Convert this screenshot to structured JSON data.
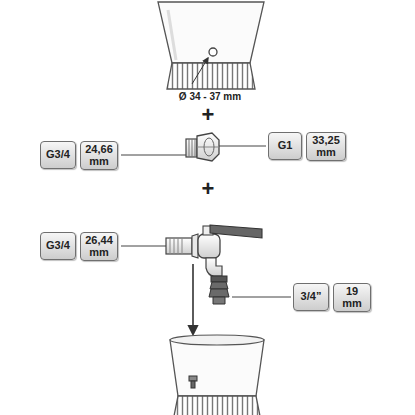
{
  "diagram": {
    "nodes": [
      {
        "text": [
          "G3/4"
        ]
      },
      {
        "text": [
          "24,66 mm"
        ]
      },
      {
        "text": [
          "G1"
        ]
      },
      {
        "text": [
          "33,25 mm"
        ]
      },
      {
        "text": [
          "G3/4"
        ]
      },
      {
        "text": [
          "26,44 mm"
        ]
      },
      {
        "text": [
          "3/4”"
        ]
      },
      {
        "text": [
          "19 mm"
        ]
      }
    ],
    "labels": [
      "Ø 34 - 37 mm",
      "+",
      "+"
    ]
  }
}
